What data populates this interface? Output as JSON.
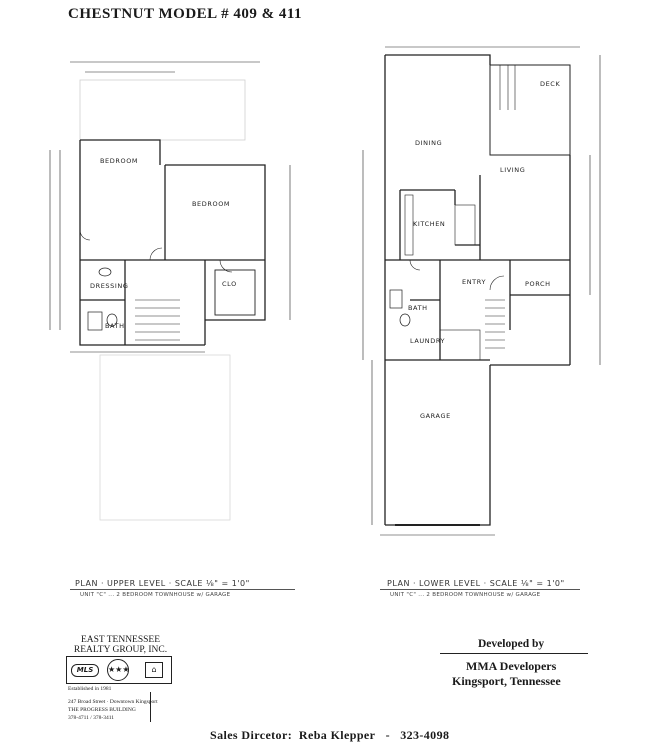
{
  "document": {
    "title": "CHESTNUT MODEL # 409 & 411",
    "upper_plan": {
      "caption": "PLAN · UPPER LEVEL · SCALE ⅛\" = 1'0\"",
      "subcaption": "UNIT \"C\" ... 2 BEDROOM TOWNHOUSE w/ GARAGE",
      "rooms": {
        "bedroom1": "BEDROOM",
        "bedroom2": "BEDROOM",
        "dressing": "DRESSING",
        "bath": "BATH",
        "closet": "CLO"
      }
    },
    "lower_plan": {
      "caption": "PLAN · LOWER LEVEL · SCALE ⅛\" = 1'0\"",
      "subcaption": "UNIT \"C\" ... 2 BEDROOM TOWNHOUSE w/ GARAGE",
      "rooms": {
        "deck": "DECK",
        "dining": "DINING",
        "living": "LIVING",
        "kitchen": "KITCHEN",
        "entry": "ENTRY",
        "porch": "PORCH",
        "bath": "BATH",
        "laundry": "LAUNDRY",
        "garage": "GARAGE"
      }
    },
    "realty": {
      "name_line1": "EAST TENNESSEE",
      "name_line2": "REALTY GROUP, INC.",
      "mls_label": "MLS",
      "established": "Established in 1981",
      "address": "247 Broad Street · Downtown Kingsport",
      "building": "THE PROGRESS BUILDING",
      "phones": "378-4711 / 378-3411"
    },
    "developer": {
      "heading": "Developed  by",
      "name": "MMA Developers",
      "location": "Kingsport,  Tennessee"
    },
    "sales": {
      "label": "Sales Dircetor:",
      "name": "Reba Klepper",
      "dash": "-",
      "phone": "323-4098"
    }
  }
}
